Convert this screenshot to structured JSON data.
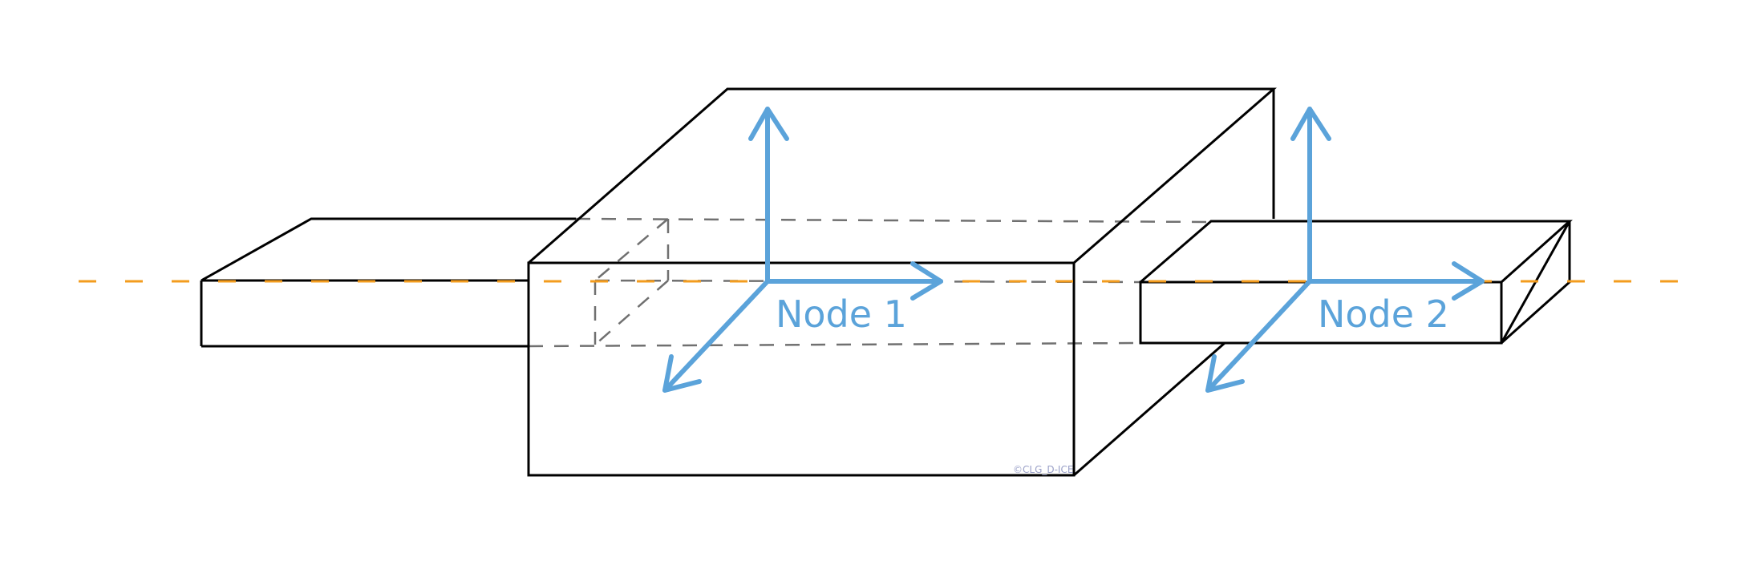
{
  "diagram": {
    "nodes": [
      {
        "id": "node-1",
        "label": "Node 1"
      },
      {
        "id": "node-2",
        "label": "Node 2"
      }
    ],
    "copyright": "©CLG_D-ICE"
  },
  "colors": {
    "background": "#ffffff",
    "edge": "#000000",
    "hidden_edge": "#707070",
    "neutral_axis": "#f39c1e",
    "node_csys": "#5ba3da",
    "copyright": "#9aa0c8"
  }
}
